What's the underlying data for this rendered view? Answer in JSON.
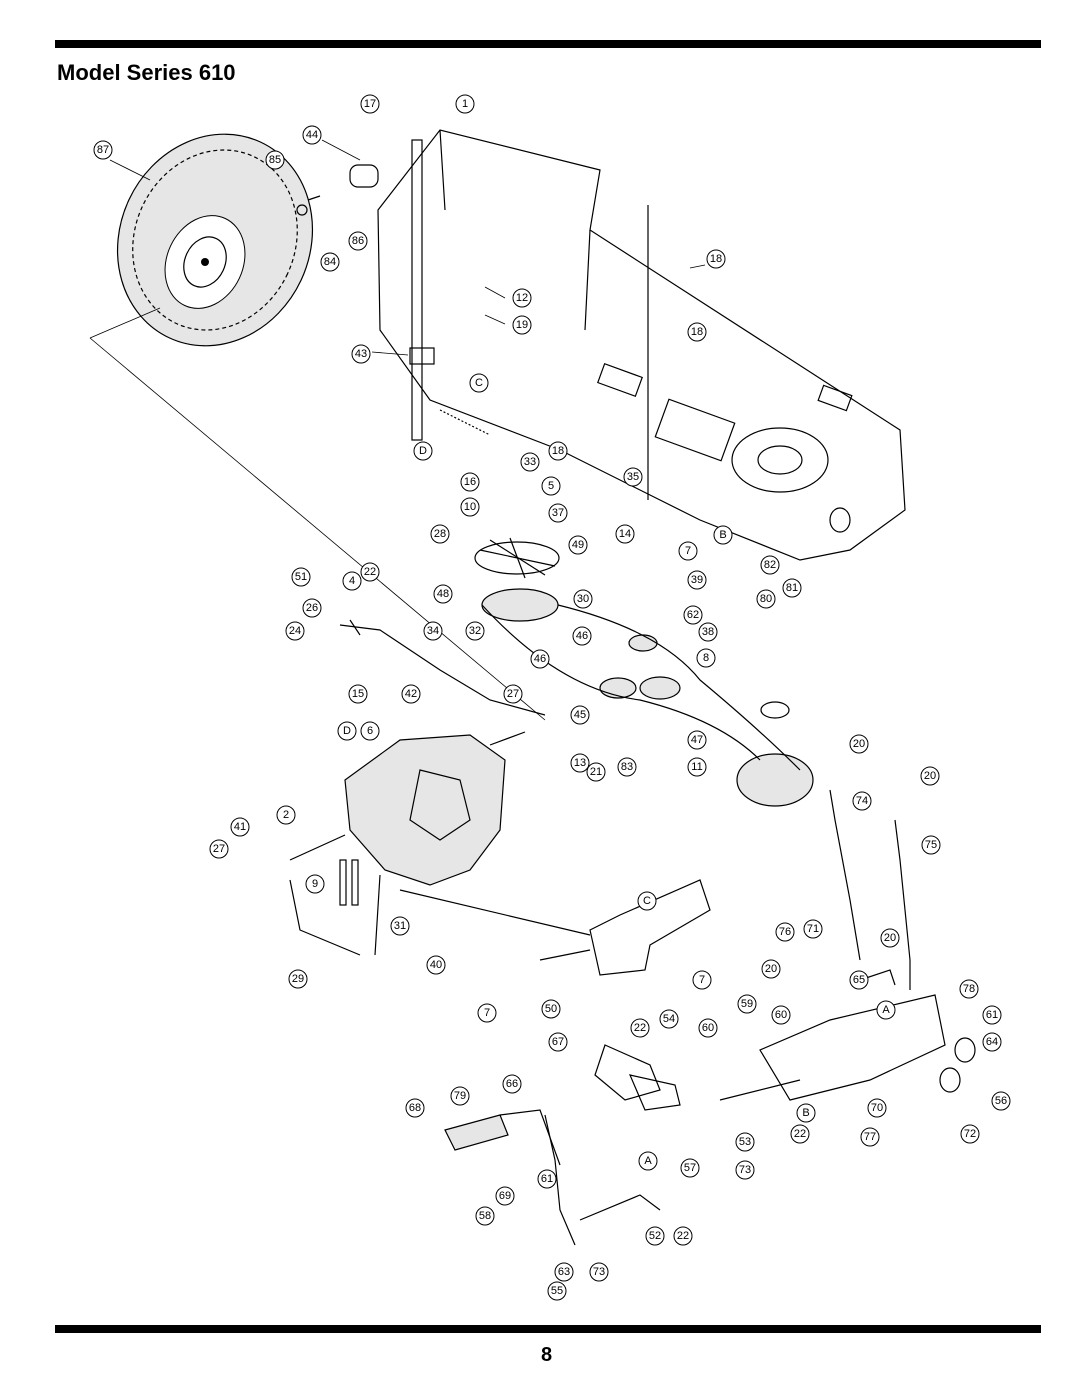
{
  "page": {
    "title": "Model Series 610",
    "page_number": "8"
  },
  "callouts": [
    "17",
    "1",
    "44",
    "87",
    "85",
    "86",
    "84",
    "12",
    "19",
    "43",
    "18",
    "18",
    "C",
    "D",
    "33",
    "18",
    "35",
    "5",
    "16",
    "10",
    "37",
    "28",
    "14",
    "49",
    "7",
    "B",
    "82",
    "51",
    "4",
    "22",
    "26",
    "24",
    "48",
    "39",
    "81",
    "30",
    "80",
    "34",
    "32",
    "62",
    "46",
    "38",
    "46",
    "8",
    "15",
    "42",
    "27",
    "45",
    "D",
    "6",
    "47",
    "13",
    "83",
    "11",
    "21",
    "20",
    "2",
    "41",
    "20",
    "74",
    "27",
    "9",
    "75",
    "C",
    "31",
    "76",
    "71",
    "20",
    "29",
    "40",
    "20",
    "65",
    "7",
    "A",
    "78",
    "7",
    "50",
    "59",
    "60",
    "61",
    "22",
    "54",
    "67",
    "60",
    "64",
    "79",
    "66",
    "68",
    "56",
    "B",
    "70",
    "22",
    "77",
    "72",
    "53",
    "A",
    "61",
    "57",
    "73",
    "69",
    "58",
    "52",
    "22",
    "55",
    "63",
    "73"
  ]
}
